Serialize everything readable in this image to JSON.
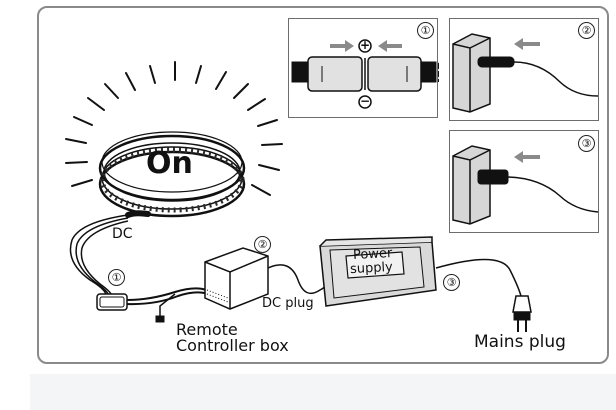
{
  "diagram": {
    "on_label": "On",
    "dc_label": "DC",
    "dc_plug_label": "DC plug",
    "power_supply_line1": "Power",
    "power_supply_line2": "supply",
    "remote_line1": "Remote",
    "remote_line2": "Controller box",
    "mains_plug_label": "Mains plug",
    "step_1": "①",
    "step_2": "②",
    "step_3": "③",
    "plus_sign": "+",
    "minus_sign": "−"
  }
}
